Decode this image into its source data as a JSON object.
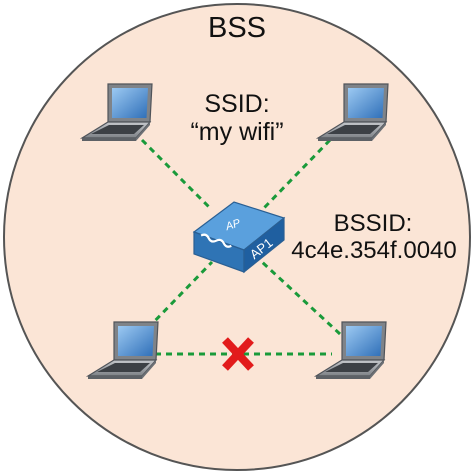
{
  "bss_label": "BSS",
  "ssid": {
    "label": "SSID:",
    "value": "“my wifi”"
  },
  "bssid": {
    "label": "BSSID:",
    "value": "4c4e.354f.0040"
  },
  "access_point": {
    "name": "AP1",
    "type_label": "AP"
  },
  "colors": {
    "bss_fill": "#fbe5d6",
    "link": "#1a9a3a",
    "blocked_mark": "#e21b1b",
    "ap_top": "#5aa0dd",
    "ap_side": "#2f74b5",
    "laptop_body": "#8d9196",
    "laptop_screen": "#4a90d9"
  },
  "connections": [
    {
      "from": "laptop-top-left",
      "to": "access-point",
      "status": "connected"
    },
    {
      "from": "laptop-top-right",
      "to": "access-point",
      "status": "connected"
    },
    {
      "from": "laptop-bottom-left",
      "to": "access-point",
      "status": "connected"
    },
    {
      "from": "laptop-bottom-right",
      "to": "access-point",
      "status": "connected"
    },
    {
      "from": "laptop-bottom-left",
      "to": "laptop-bottom-right",
      "status": "blocked"
    }
  ]
}
